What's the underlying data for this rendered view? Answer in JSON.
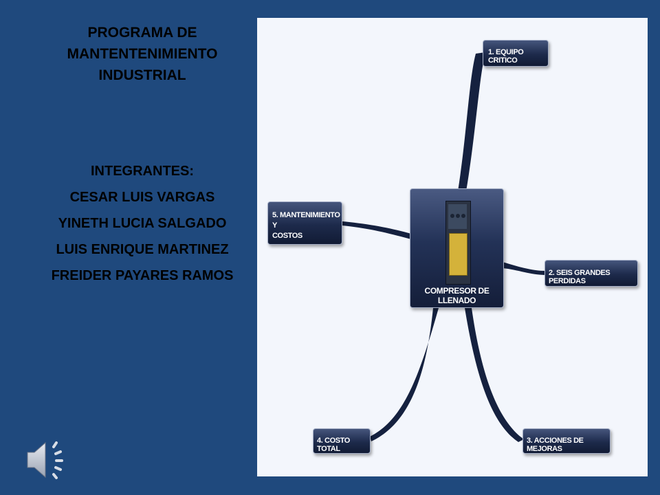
{
  "title": {
    "lines": [
      "PROGRAMA DE",
      "MANTENTENIMIENTO",
      "INDUSTRIAL"
    ]
  },
  "members": {
    "heading": "INTEGRANTES:",
    "names": [
      "CESAR LUIS VARGAS",
      "YINETH LUCIA SALGADO",
      "LUIS ENRIQUE MARTINEZ",
      "FREIDER PAYARES RAMOS"
    ]
  },
  "mindmap": {
    "center": {
      "label": "COMPRESOR DE LLENADO",
      "image": "compressor-machine-photo"
    },
    "branches": [
      {
        "label": "1. EQUIPO CRITICO"
      },
      {
        "label": "2. SEIS GRANDES PERDIDAS"
      },
      {
        "label": "3. ACCIONES DE MEJORAS"
      },
      {
        "label": "4. COSTO TOTAL"
      },
      {
        "label_lines": [
          "5. MANTENIMIENTO Y",
          "COSTOS"
        ]
      }
    ]
  },
  "audio": {
    "icon": "speaker-icon"
  },
  "colors": {
    "slide_background": "#1f497d",
    "canvas_background": "#f3f6fc",
    "node_fill": "#1d2a4b",
    "connector": "#15213f",
    "title_text": "#000000"
  }
}
